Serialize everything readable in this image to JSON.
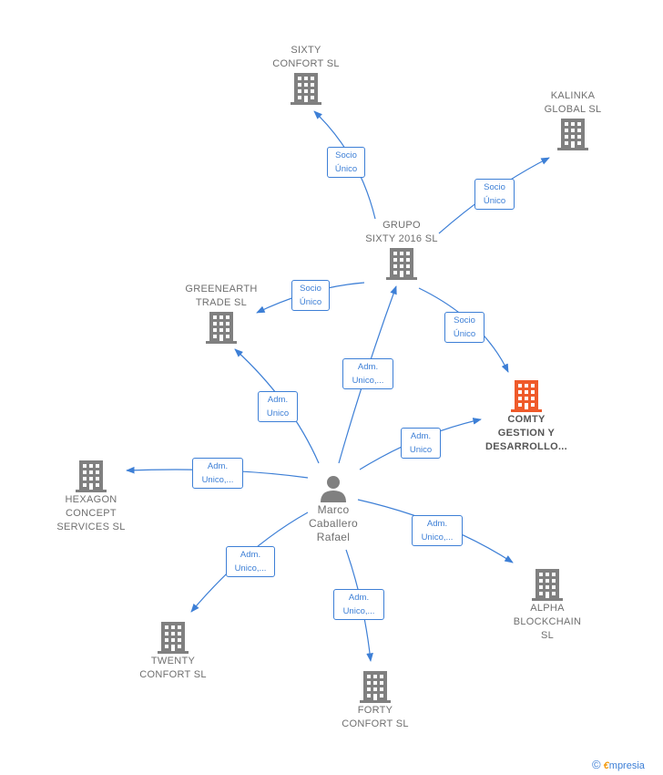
{
  "colors": {
    "edge": "#3d7fd6",
    "building": "#808080",
    "highlight": "#ef5a2a",
    "person": "#808080"
  },
  "nodes": {
    "sixty": "SIXTY\nCONFORT  SL",
    "kalinka": "KALINKA\nGLOBAL  SL",
    "grupo": "GRUPO\nSIXTY 2016  SL",
    "greenearth": "GREENEARTH\nTRADE  SL",
    "comty": "COMTY\nGESTION Y\nDESARROLLO...",
    "hexagon": "HEXAGON\nCONCEPT\nSERVICES  SL",
    "marco": "Marco\nCaballero\nRafael",
    "alpha": "ALPHA\nBLOCKCHAIN\nSL",
    "twenty": "TWENTY\nCONFORT  SL",
    "forty": "FORTY\nCONFORT  SL"
  },
  "edges": {
    "grupo_sixty": "Socio\nÚnico",
    "grupo_kalinka": "Socio\nÚnico",
    "grupo_greenearth": "Socio\nÚnico",
    "grupo_comty": "Socio\nÚnico",
    "marco_grupo": "Adm.\nUnico,...",
    "marco_greenearth": "Adm.\nUnico",
    "marco_comty": "Adm.\nUnico",
    "marco_hexagon": "Adm.\nUnico,...",
    "marco_alpha": "Adm.\nUnico,...",
    "marco_twenty": "Adm.\nUnico,...",
    "marco_forty": "Adm.\nUnico,..."
  },
  "brand": {
    "copyright": "©",
    "e": "€",
    "name": "mpresia"
  }
}
